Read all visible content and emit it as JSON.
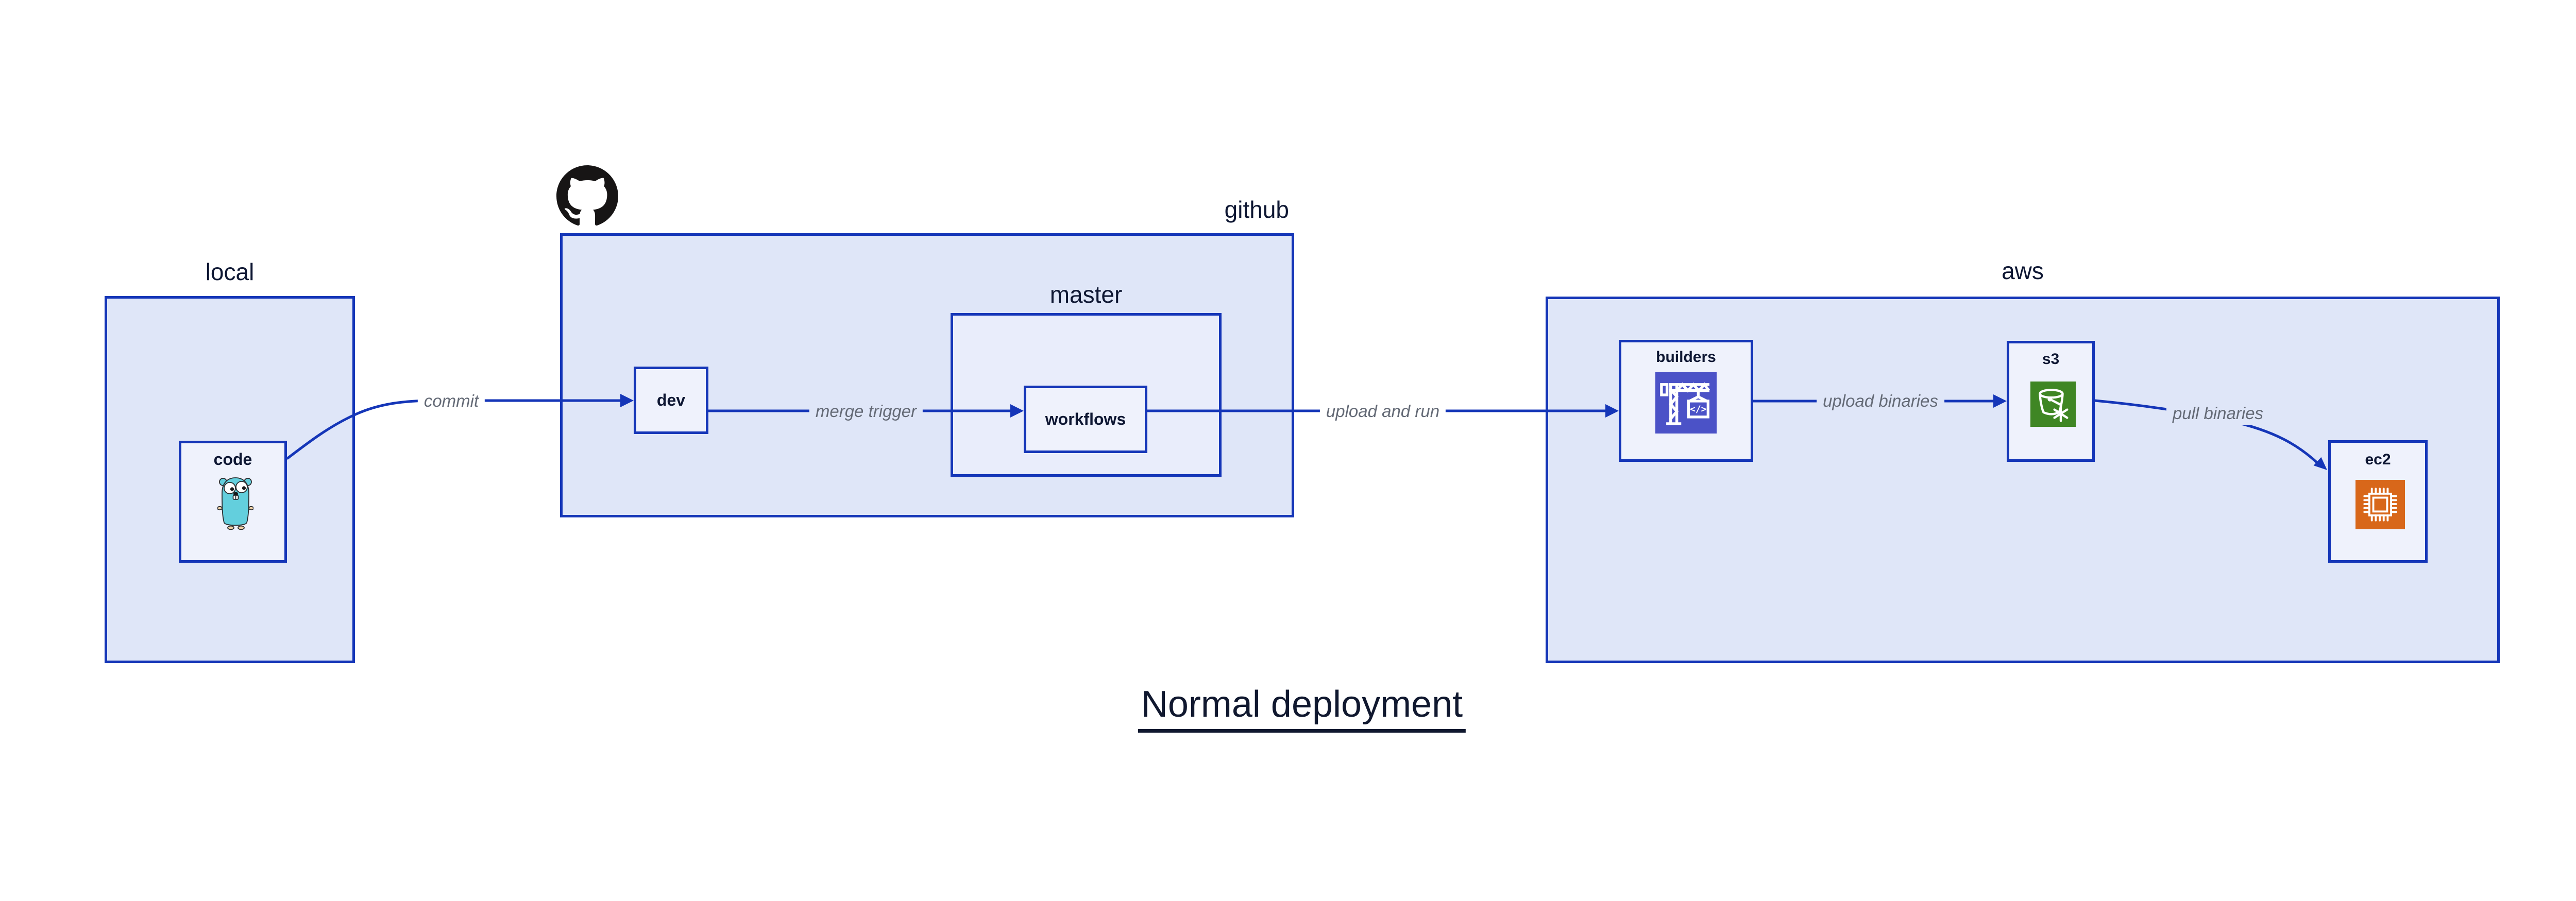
{
  "diagram": {
    "title": "Normal deployment",
    "containers": [
      {
        "id": "local",
        "label": "local"
      },
      {
        "id": "github",
        "label": "github"
      },
      {
        "id": "master",
        "label": "master"
      },
      {
        "id": "aws",
        "label": "aws"
      }
    ],
    "nodes": [
      {
        "id": "code",
        "label": "code",
        "icon": "go-gopher-icon"
      },
      {
        "id": "dev",
        "label": "dev"
      },
      {
        "id": "workflows",
        "label": "workflows"
      },
      {
        "id": "builders",
        "label": "builders",
        "icon": "codebuild-crane-icon"
      },
      {
        "id": "s3",
        "label": "s3",
        "icon": "s3-bucket-icon"
      },
      {
        "id": "ec2",
        "label": "ec2",
        "icon": "ec2-chip-icon"
      }
    ],
    "edges": [
      {
        "from": "code",
        "to": "dev",
        "label": "commit"
      },
      {
        "from": "dev",
        "to": "workflows",
        "label": "merge trigger"
      },
      {
        "from": "workflows",
        "to": "builders",
        "label": "upload and run"
      },
      {
        "from": "builders",
        "to": "s3",
        "label": "upload binaries"
      },
      {
        "from": "s3",
        "to": "ec2",
        "label": "pull binaries"
      }
    ],
    "builders_icon_code_glyph": "</>"
  },
  "icons": [
    {
      "name": "github-octocat-icon"
    },
    {
      "name": "go-gopher-icon"
    },
    {
      "name": "codebuild-crane-icon"
    },
    {
      "name": "s3-bucket-icon"
    },
    {
      "name": "ec2-chip-icon"
    }
  ],
  "colors": {
    "edge_blue": "#1536b8",
    "container_fill": "#dfe6f8",
    "master_fill": "#e9edfb",
    "node_fill": "#eff2fc",
    "label_navy": "#0e1733",
    "edge_label_gray": "#646a76",
    "codebuild_indigo": "#4b52c7",
    "s3_green": "#3f8624",
    "ec2_orange": "#d8671a",
    "gopher_teal": "#63cfdd",
    "github_black": "#171515"
  }
}
